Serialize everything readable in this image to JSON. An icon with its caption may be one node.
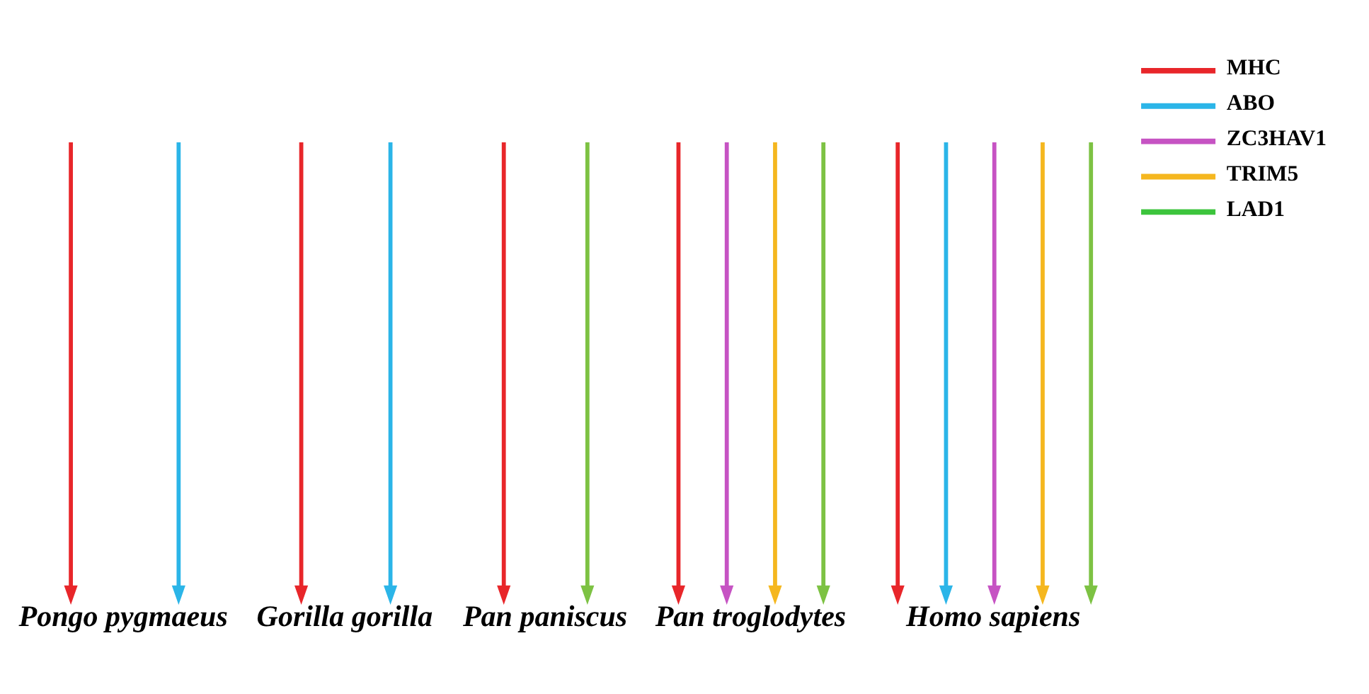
{
  "diagram": {
    "nodes": [
      {
        "text": [
          "Pongo pygmaeus"
        ]
      },
      {
        "text": [
          "Gorilla gorilla"
        ]
      },
      {
        "text": [
          "Pan paniscus"
        ]
      },
      {
        "text": [
          "Pan troglodytes"
        ]
      },
      {
        "text": [
          "Homo sapiens"
        ]
      }
    ],
    "edges": [
      {
        "from": null,
        "to": 0,
        "arrow": "to",
        "color": "#e8262a"
      },
      {
        "from": null,
        "to": 1,
        "arrow": "to",
        "color": "#e8262a"
      },
      {
        "from": null,
        "to": 2,
        "arrow": "to",
        "color": "#e8262a"
      },
      {
        "from": null,
        "to": 3,
        "arrow": "to",
        "color": "#e8262a"
      },
      {
        "from": null,
        "to": 4,
        "arrow": "to",
        "color": "#e8262a"
      },
      {
        "from": null,
        "to": 0,
        "arrow": "to",
        "color": "#2bb5e8"
      },
      {
        "from": null,
        "to": 1,
        "arrow": "to",
        "color": "#2bb5e8"
      },
      {
        "from": null,
        "to": 4,
        "arrow": "to",
        "color": "#2bb5e8"
      },
      {
        "from": null,
        "to": 3,
        "arrow": "to",
        "color": "#c653c3"
      },
      {
        "from": null,
        "to": 4,
        "arrow": "to",
        "color": "#c653c3"
      },
      {
        "from": null,
        "to": 3,
        "arrow": "to",
        "color": "#f5b71f"
      },
      {
        "from": null,
        "to": 4,
        "arrow": "to",
        "color": "#f5b71f"
      },
      {
        "from": null,
        "to": 2,
        "arrow": "to",
        "color": "#7dc243"
      },
      {
        "from": null,
        "to": 3,
        "arrow": "to",
        "color": "#7dc243"
      },
      {
        "from": null,
        "to": 4,
        "arrow": "to",
        "color": "#7dc243"
      }
    ],
    "legend": [
      {
        "text": "MHC",
        "color": "#e8262a"
      },
      {
        "text": "ABO",
        "color": "#2bb5e8"
      },
      {
        "text": "ZC3HAV1",
        "color": "#c653c3"
      },
      {
        "text": "TRIM5",
        "color": "#f5b71f"
      },
      {
        "text": "LAD1",
        "color": "#3cc43c"
      }
    ]
  }
}
